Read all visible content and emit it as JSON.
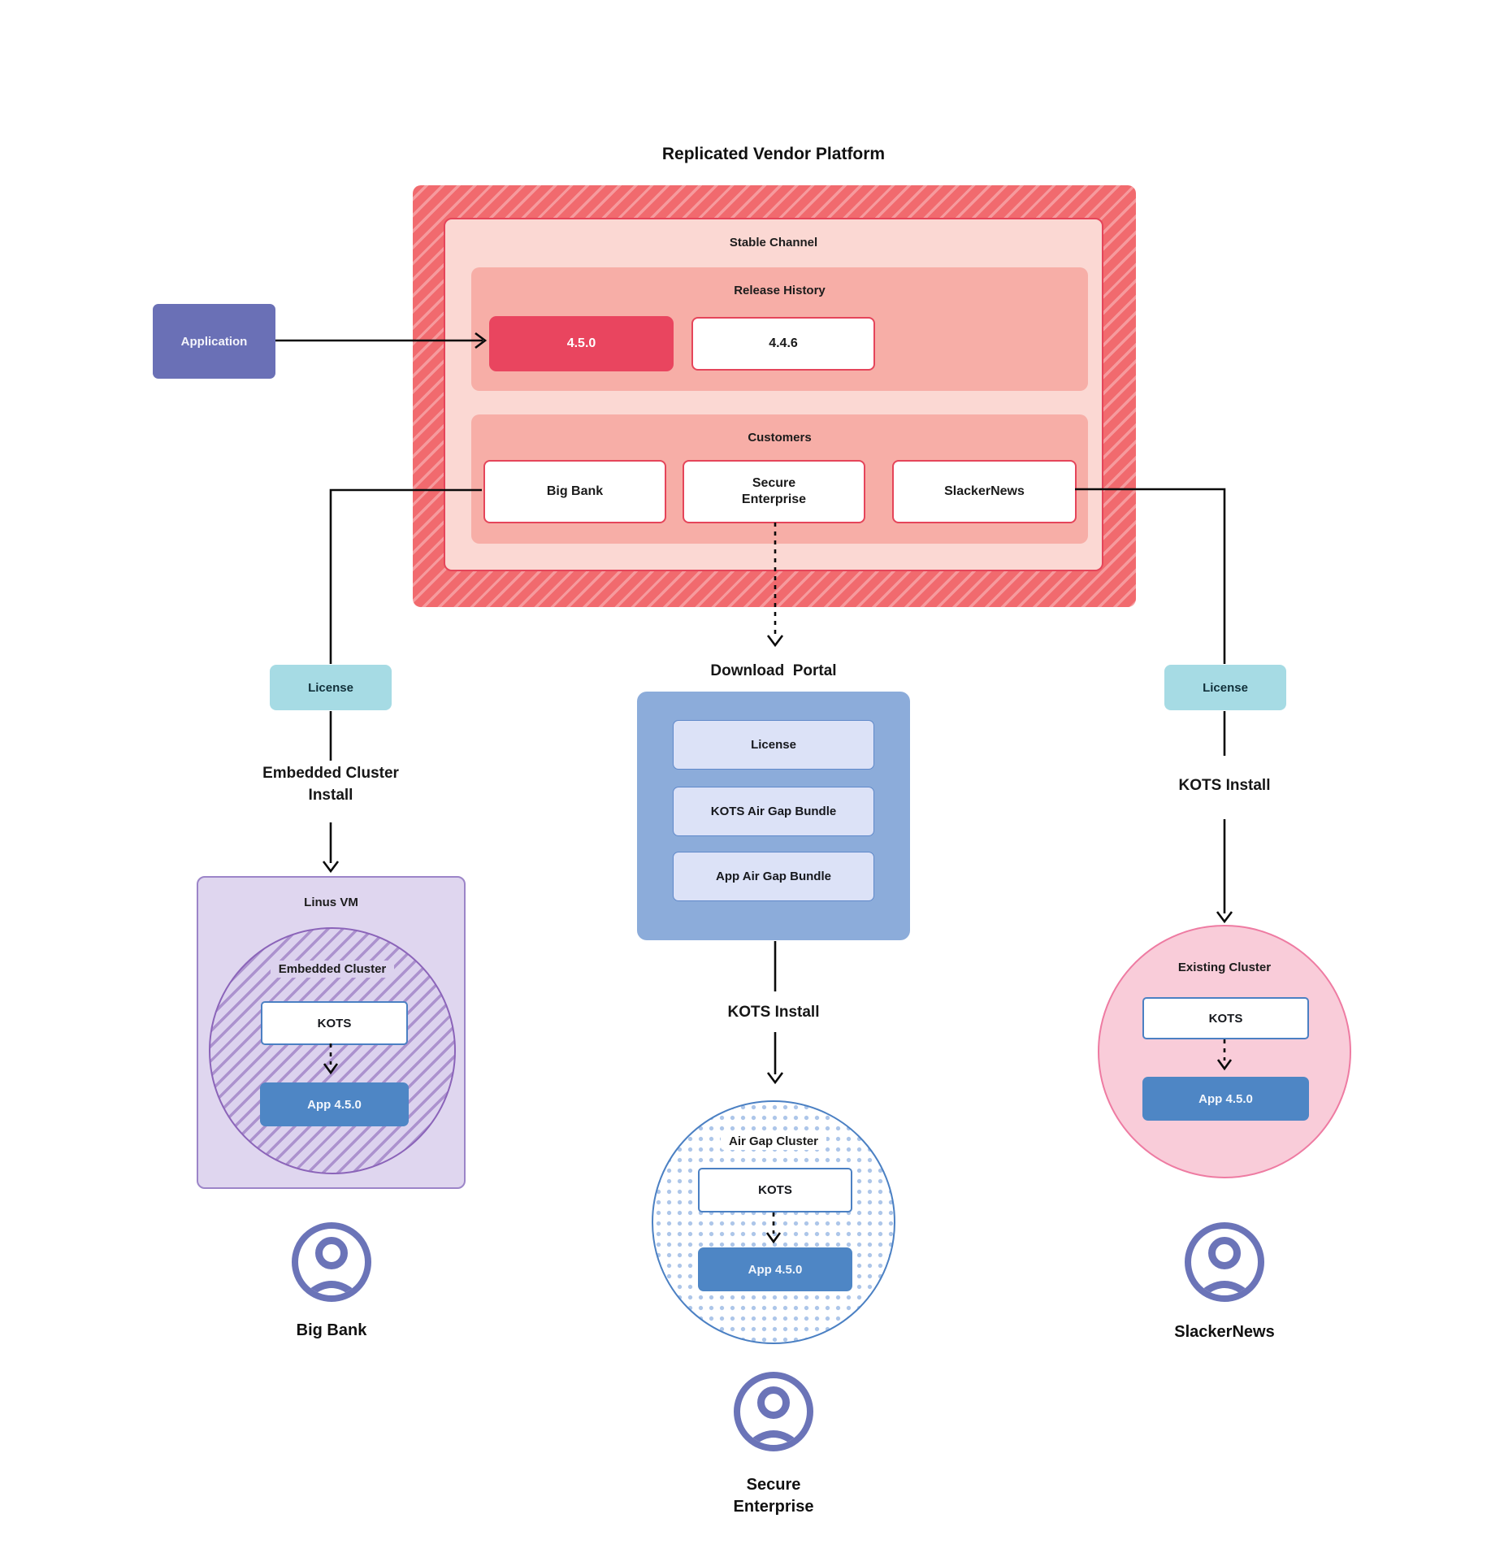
{
  "title": "Replicated Vendor Platform",
  "platform": {
    "stable_channel_label": "Stable Channel",
    "release_history_label": "Release History",
    "releases": [
      "4.5.0",
      "4.4.6"
    ],
    "customers_label": "Customers",
    "customers": [
      "Big Bank",
      "Secure Enterprise",
      "SlackerNews"
    ]
  },
  "application_label": "Application",
  "left_flow": {
    "license_label": "License",
    "install_label": "Embedded Cluster Install",
    "vm_label": "Linus VM",
    "cluster_label": "Embedded Cluster",
    "kots_label": "KOTS",
    "app_label": "App 4.5.0",
    "user_label": "Big Bank"
  },
  "center_flow": {
    "portal_label": "Download  Portal",
    "portal_items": [
      "License",
      "KOTS Air Gap Bundle",
      "App Air Gap Bundle"
    ],
    "install_label": "KOTS Install",
    "cluster_label": "Air Gap Cluster",
    "kots_label": "KOTS",
    "app_label": "App 4.5.0",
    "user_label": "Secure Enterprise"
  },
  "right_flow": {
    "license_label": "License",
    "install_label": "KOTS Install",
    "cluster_label": "Existing Cluster",
    "kots_label": "KOTS",
    "app_label": "App 4.5.0",
    "user_label": "SlackerNews"
  },
  "colors": {
    "platform_hatch_base": "#f16a6e",
    "platform_hatch_stripe": "#f69a9d",
    "stable_channel_bg": "#fbd8d3",
    "red_border": "#e5455a",
    "section_bg": "#f7aea7",
    "release_highlight_bg": "#e9455f",
    "application_bg": "#6a70b6",
    "license_bg": "#a6dbe4",
    "portal_bg": "#8cacda",
    "portal_item_bg": "#dce2f7",
    "portal_item_border": "#6089ca",
    "app_version_bg": "#4e86c5",
    "kots_border": "#4b80c3",
    "vm_bg": "#dfd6ef",
    "vm_border": "#9c85c8",
    "embedded_circle_border": "#8b64b9",
    "embedded_hatch_stripe": "#ac92ce",
    "existing_circle_bg": "#f9ccd9",
    "existing_circle_border": "#ee7ba2",
    "airgap_dot": "#adc6e9",
    "person_icon": "#6b74b8",
    "connector": "#0b0b0b"
  }
}
